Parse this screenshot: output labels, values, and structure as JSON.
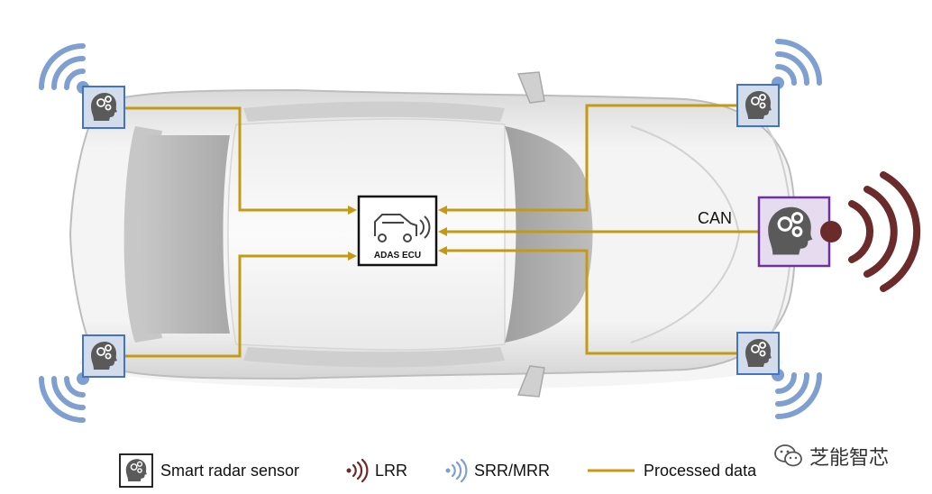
{
  "ecu": {
    "label": "ADAS ECU"
  },
  "bus": {
    "label": "CAN"
  },
  "legend": {
    "smart_radar_sensor": "Smart radar sensor",
    "lrr": "LRR",
    "srr_mrr": "SRR/MRR",
    "processed_data": "Processed data"
  },
  "watermark": {
    "text": "芝能智芯"
  },
  "colors": {
    "processed_data_line": "#C49A12",
    "srr_mrr_waves": "#7F9FD0",
    "lrr_waves": "#6B2B2B",
    "sensor_border_blue": "#4472C4",
    "sensor_border_purple": "#7030A0",
    "sensor_fill_purple": "#E6DCF0"
  }
}
